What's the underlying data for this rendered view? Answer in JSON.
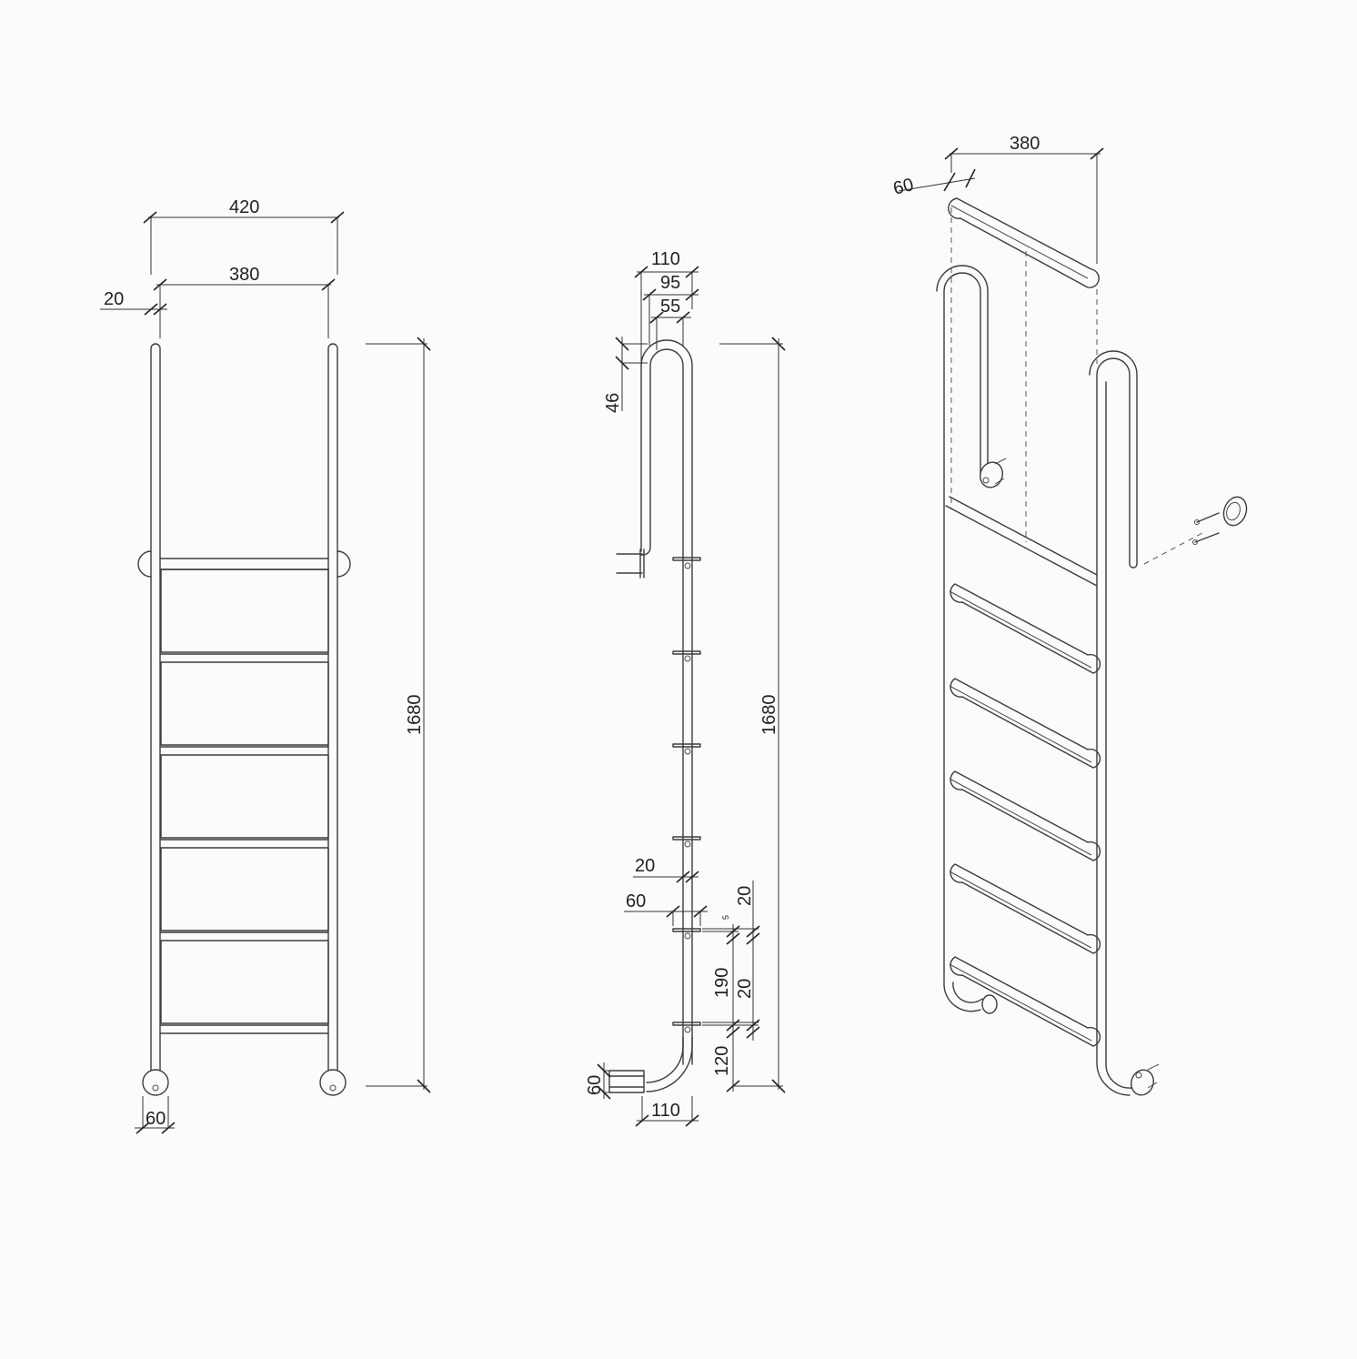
{
  "front_view": {
    "overall_width": "420",
    "inner_width": "380",
    "tube_diameter": "20",
    "height": "1680",
    "base_plate": "60"
  },
  "side_view": {
    "top_depth": "110",
    "mid_depth": "95",
    "inner_depth": "55",
    "hook_offset": "46",
    "height": "1680",
    "step_thickness": "20",
    "step_depth": "60",
    "gap_small": "5",
    "step_gap_top": "20",
    "step_spacing": "190",
    "step_gap_bottom": "20",
    "bottom_offset": "120",
    "foot_plate": "60",
    "foot_depth": "110"
  },
  "iso_view": {
    "width": "380",
    "step_width": "60"
  }
}
